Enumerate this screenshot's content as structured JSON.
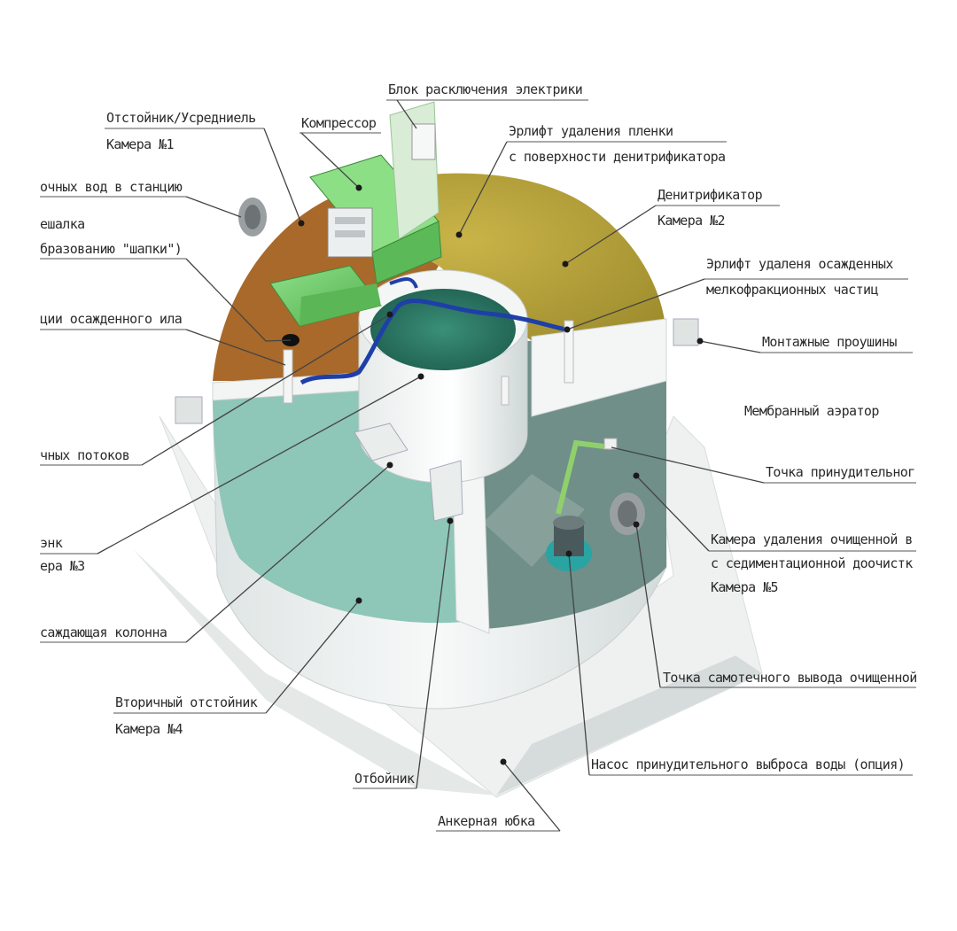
{
  "labels": {
    "electric_block": "Блок расключения электрики",
    "compressor": "Компрессор",
    "settler_title": "Отстойник/Усредниель",
    "settler_chamber": "Камера №1",
    "airlift_film_1": "Эрлифт удаления пленки",
    "airlift_film_2": "с поверхности денитрификатора",
    "inlet": "очных вод в станцию",
    "denitrifier_title": "Денитрификатор",
    "denitrifier_chamber": "Камера №2",
    "mixer_1": "ешалка",
    "mixer_2": "бразованию \"шапки\")",
    "airlift_particles_1": "Эрлифт удаленя осажденных",
    "airlift_particles_2": "мелкофракционных частиц",
    "sludge": "ции осажденного ила",
    "mounting_eyes": "Монтажные проушины",
    "membrane_aerator": "Мембранный аэратор",
    "flows": "чных потоков",
    "forced_point": "Точка принудительног",
    "tank_1": "энк",
    "tank_2": "ера №3",
    "clean_chamber_1": "Камера удаления очищенной в",
    "clean_chamber_2": "с седиментационной доочистк",
    "clean_chamber_3": "Камера №5",
    "settling_column": "саждающая колонна",
    "gravity_outlet": "Точка самотечного вывода очищенной",
    "secondary_settler_title": "Вторичный отстойник",
    "secondary_settler_chamber": "Камера №4",
    "pump": "Насос принудительного выброса воды (опция)",
    "deflector": "Отбойник",
    "anchor_skirt": "Анкерная юбка"
  },
  "colors": {
    "chamber1_soil": "#a86a2a",
    "chamber2_olive": "#b9a43a",
    "chamber3_teal": "#2f7d68",
    "chamber4_water": "#8fc7b8",
    "compressor_green": "#6fcf6a",
    "pipe_blue": "#1f3fa8",
    "shell_white": "#ecefee",
    "pump_teal": "#2aa3a3"
  },
  "icons": {
    "compressor": "compressor-unit-icon",
    "pump": "submersible-pump-icon",
    "inlet_pipe": "inlet-pipe-icon"
  }
}
